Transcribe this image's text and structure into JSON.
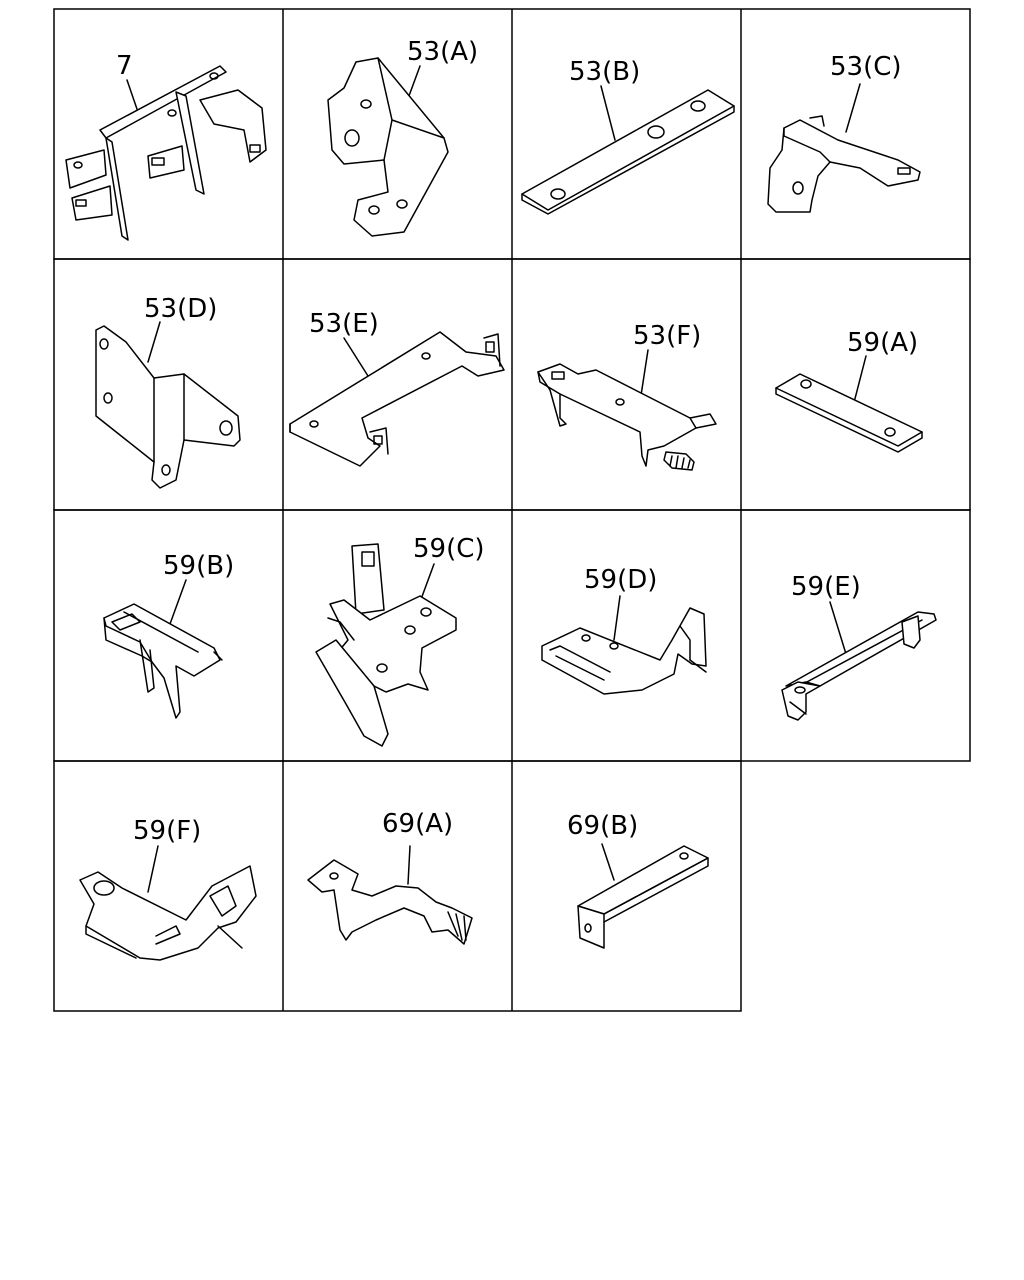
{
  "diagram": {
    "cells": [
      {
        "id": "c1",
        "label": "7",
        "part": "bracket-7"
      },
      {
        "id": "c2",
        "label": "53(A)",
        "part": "bracket-53a"
      },
      {
        "id": "c3",
        "label": "53(B)",
        "part": "plate-53b"
      },
      {
        "id": "c4",
        "label": "53(C)",
        "part": "bracket-53c"
      },
      {
        "id": "c5",
        "label": "53(D)",
        "part": "bracket-53d"
      },
      {
        "id": "c6",
        "label": "53(E)",
        "part": "bracket-53e"
      },
      {
        "id": "c7",
        "label": "53(F)",
        "part": "bracket-53f"
      },
      {
        "id": "c8",
        "label": "59(A)",
        "part": "plate-59a"
      },
      {
        "id": "c9",
        "label": "59(B)",
        "part": "bracket-59b"
      },
      {
        "id": "c10",
        "label": "59(C)",
        "part": "bracket-59c"
      },
      {
        "id": "c11",
        "label": "59(D)",
        "part": "bracket-59d"
      },
      {
        "id": "c12",
        "label": "59(E)",
        "part": "bracket-59e"
      },
      {
        "id": "c13",
        "label": "59(F)",
        "part": "bracket-59f"
      },
      {
        "id": "c14",
        "label": "69(A)",
        "part": "bracket-69a"
      },
      {
        "id": "c15",
        "label": "69(B)",
        "part": "bracket-69b"
      }
    ]
  }
}
